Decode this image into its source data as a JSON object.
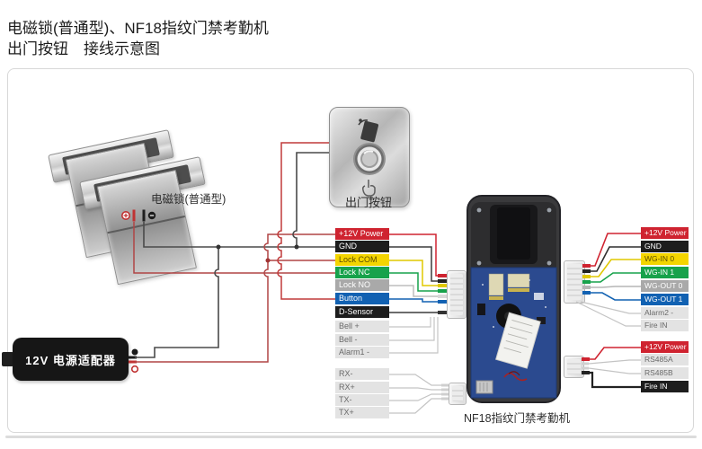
{
  "title": {
    "line1": "电磁锁(普通型)、NF18指纹门禁考勤机",
    "line2": "出门按钮　接线示意图"
  },
  "components": {
    "lock_label": "电磁锁(普通型)",
    "button_label": "出门按钮",
    "adapter_label": "12V 电源适配器",
    "device_label": "NF18指纹门禁考勤机"
  },
  "middle_terminals": [
    {
      "label": "+12V Power",
      "style": "red"
    },
    {
      "label": "GND",
      "style": "black"
    },
    {
      "label": "Lock COM",
      "style": "yellow"
    },
    {
      "label": "Lock NC",
      "style": "green"
    },
    {
      "label": "Lock NO",
      "style": "gray"
    },
    {
      "label": "Button",
      "style": "blue"
    },
    {
      "label": "D-Sensor",
      "style": "black"
    },
    {
      "label": "Bell +",
      "style": "plain"
    },
    {
      "label": "Bell -",
      "style": "plain"
    },
    {
      "label": "Alarm1 -",
      "style": "plain"
    },
    {
      "label": "RX-",
      "style": "plain"
    },
    {
      "label": "RX+",
      "style": "plain"
    },
    {
      "label": "TX-",
      "style": "plain"
    },
    {
      "label": "TX+",
      "style": "plain"
    }
  ],
  "right_terminals_top": [
    {
      "label": "+12V Power",
      "style": "red"
    },
    {
      "label": "GND",
      "style": "black"
    },
    {
      "label": "WG-IN 0",
      "style": "yellow"
    },
    {
      "label": "WG-IN 1",
      "style": "green"
    },
    {
      "label": "WG-OUT 0",
      "style": "gray"
    },
    {
      "label": "WG-OUT 1",
      "style": "blue"
    },
    {
      "label": "Alarm2 -",
      "style": "plain"
    },
    {
      "label": "Fire IN",
      "style": "plain"
    }
  ],
  "right_terminals_bottom": [
    {
      "label": "+12V Power",
      "style": "red"
    },
    {
      "label": "RS485A",
      "style": "plain"
    },
    {
      "label": "RS485B",
      "style": "plain"
    },
    {
      "label": "Fire IN",
      "style": "black"
    }
  ],
  "colors": {
    "terminal_red": "#cf2330",
    "terminal_black": "#1d1d1d",
    "terminal_yellow": "#f4d500",
    "terminal_green": "#17a24b",
    "terminal_gray": "#a9a9a9",
    "terminal_blue": "#1161b2",
    "terminal_plain": "#e3e3e3",
    "wire_red": "#b04545",
    "wire_black": "#4a4a4a",
    "pcb_blue": "#2b4a8f"
  }
}
